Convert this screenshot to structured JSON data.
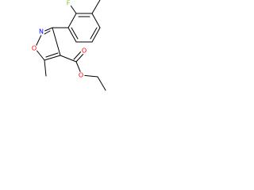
{
  "molecule": {
    "atoms": {
      "fluorine": "F",
      "ring_nitrogen": "N",
      "ring_oxygen": "O",
      "ester_carbonyl_oxygen": "O",
      "ester_ether_oxygen": "O"
    },
    "colors": {
      "bond": "#000000",
      "fluorine": "#7fbf3f",
      "nitrogen": "#0000ff",
      "oxygen": "#ff0000"
    }
  }
}
